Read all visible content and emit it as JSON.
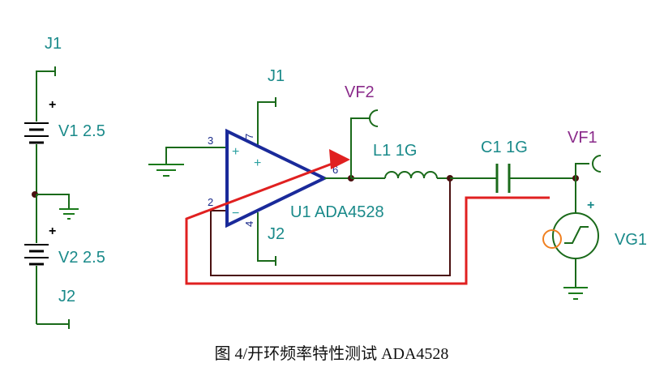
{
  "components": {
    "j1_top": "J1",
    "v1": "V1 2.5",
    "v2": "V2 2.5",
    "j2_bottom": "J2",
    "j1_opamp": "J1",
    "j2_opamp": "J2",
    "u1": "U1 ADA4528",
    "vf2": "VF2",
    "l1": "L1 1G",
    "c1": "C1 1G",
    "vf1": "VF1",
    "vg1": "VG1"
  },
  "pins": {
    "p3": "3",
    "p7": "7",
    "p2": "2",
    "p4": "4",
    "p6": "6"
  },
  "signs": {
    "plus": "+",
    "minus": "−"
  },
  "caption": "图 4/开环频率特性测试 ADA4528",
  "colors": {
    "wire_green": "#1a6a1a",
    "feedback_wire": "#4a1010",
    "opamp": "#1a2a9a",
    "signal_path": "#e02020",
    "label_teal": "#1a8a8a",
    "label_purple": "#8a2a8a",
    "cursor_marker": "#f08020"
  }
}
